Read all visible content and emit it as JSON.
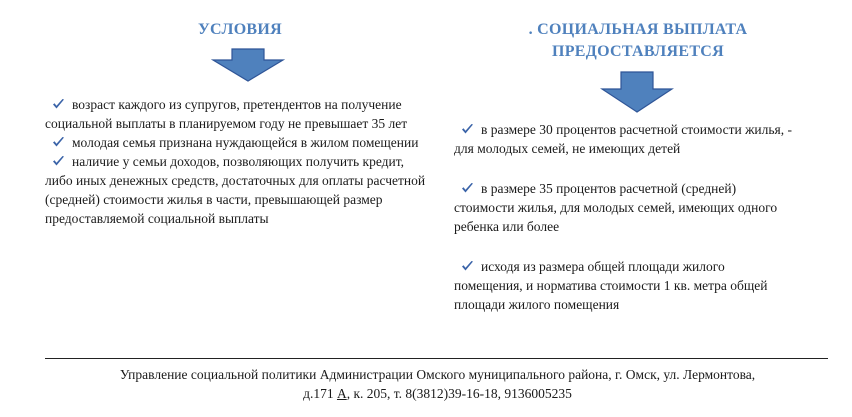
{
  "headings": {
    "left": "УСЛОВИЯ",
    "right_line1": ". СОЦИАЛЬНАЯ ВЫПЛАТА",
    "right_line2": "ПРЕДОСТАВЛЯЕТСЯ"
  },
  "colors": {
    "heading": "#4f81bd",
    "arrow_fill": "#4f81bd",
    "arrow_stroke": "#2f5597",
    "check": "#3a63a8"
  },
  "conditions": [
    "возраст каждого из супругов, претендентов на получение социальной выплаты в планируемом году не превышает 35 лет",
    "молодая семья признана нуждающейся в жилом помещении",
    "наличие у семьи доходов, позволяющих получить кредит, либо иных денежных средств, достаточных для оплаты расчетной (средней) стоимости жилья в части, превышающей размер предоставляемой социальной выплаты"
  ],
  "payments": [
    "в размере 30 процентов расчетной стоимости жилья, - для молодых семей, не имеющих детей",
    "в размере 35 процентов расчетной (средней) стоимости жилья, для молодых семей, имеющих одного ребенка или более",
    "исходя из размера общей площади жилого помещения, и норматива стоимости 1 кв. метра общей площади жилого помещения"
  ],
  "footer": {
    "line1": "Управление социальной политики Администрации Омского муниципального района, г. Омск, ул. Лермонтова,",
    "line2_prefix": "д.171 ",
    "line2_underlined": "А",
    "line2_suffix": ", к. 205, т. 8(3812)39-16-18,  9136005235"
  },
  "icons": {
    "arrow": "down-arrow-icon",
    "bullet": "checkmark-icon"
  }
}
